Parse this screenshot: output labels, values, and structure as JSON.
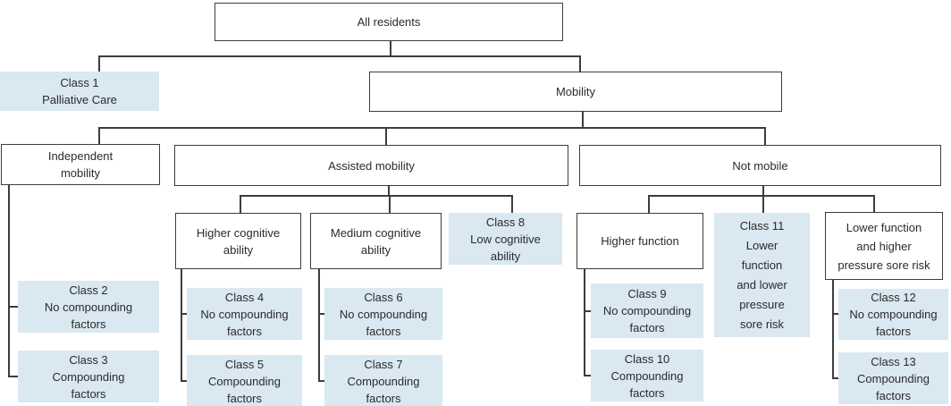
{
  "diagram": {
    "colors": {
      "accent_fill": "#d9e8f1",
      "line": "#3d3d3d",
      "text": "#2b2b2b",
      "background": "#ffffff"
    },
    "nodes": {
      "all_residents": "All residents",
      "class_1": "Class 1\nPalliative Care",
      "mobility": "Mobility",
      "independent_mobility": "Independent\nmobility",
      "assisted_mobility": "Assisted mobility",
      "not_mobile": "Not mobile",
      "higher_cognitive_ability": "Higher cognitive\nability",
      "medium_cognitive_ability": "Medium cognitive\nability",
      "class_8": "Class 8\nLow cognitive\nability",
      "higher_function": "Higher function",
      "class_11": "Class 11\nLower\nfunction\nand lower\npressure\nsore risk",
      "lower_function_higher_pressure_sore_risk": "Lower function\nand higher\npressure sore risk",
      "class_2": "Class 2\nNo compounding\nfactors",
      "class_3": "Class 3\nCompounding\nfactors",
      "class_4": "Class 4\nNo compounding\nfactors",
      "class_5": "Class 5\nCompounding\nfactors",
      "class_6": "Class 6\nNo compounding\nfactors",
      "class_7": "Class 7\nCompounding\nfactors",
      "class_9": "Class 9\nNo compounding\nfactors",
      "class_10": "Class 10\nCompounding\nfactors",
      "class_12": "Class 12\nNo compounding\nfactors",
      "class_13": "Class 13\nCompounding\nfactors"
    }
  }
}
